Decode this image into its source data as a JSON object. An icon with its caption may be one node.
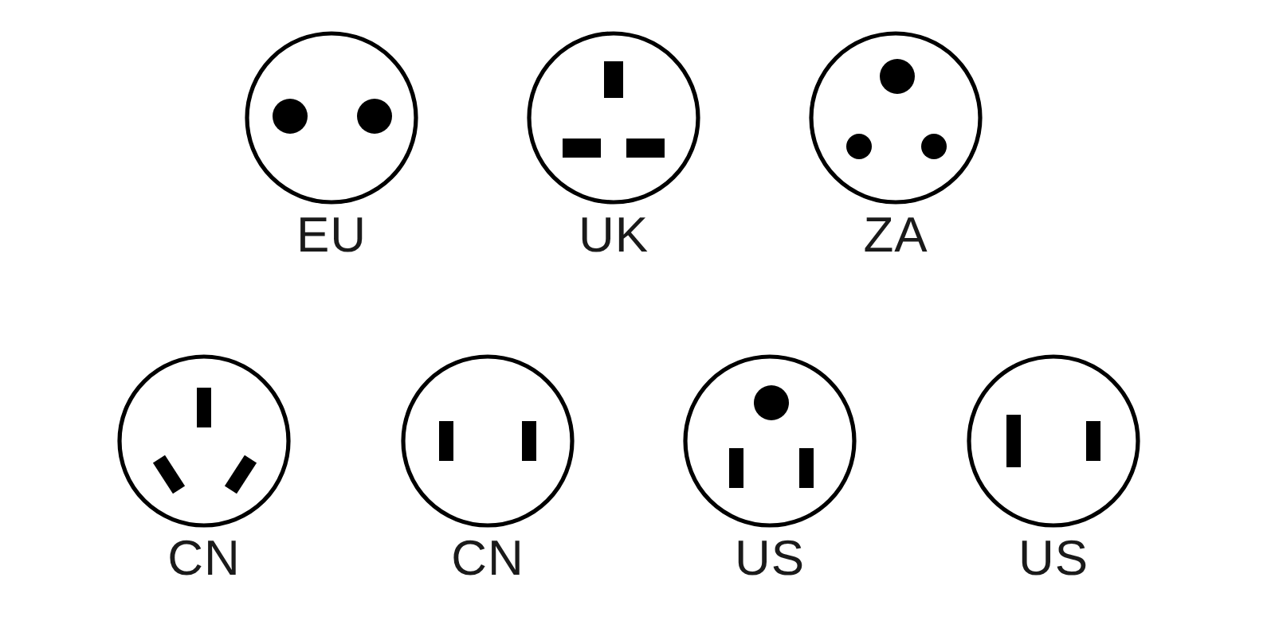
{
  "diagram": {
    "nodes": [
      {
        "text": [
          "EU"
        ]
      },
      {
        "text": [
          "UK"
        ]
      },
      {
        "text": [
          "ZA"
        ]
      },
      {
        "text": [
          "CN"
        ]
      },
      {
        "text": [
          "CN"
        ]
      },
      {
        "text": [
          "US"
        ]
      },
      {
        "text": [
          "US"
        ]
      }
    ]
  }
}
